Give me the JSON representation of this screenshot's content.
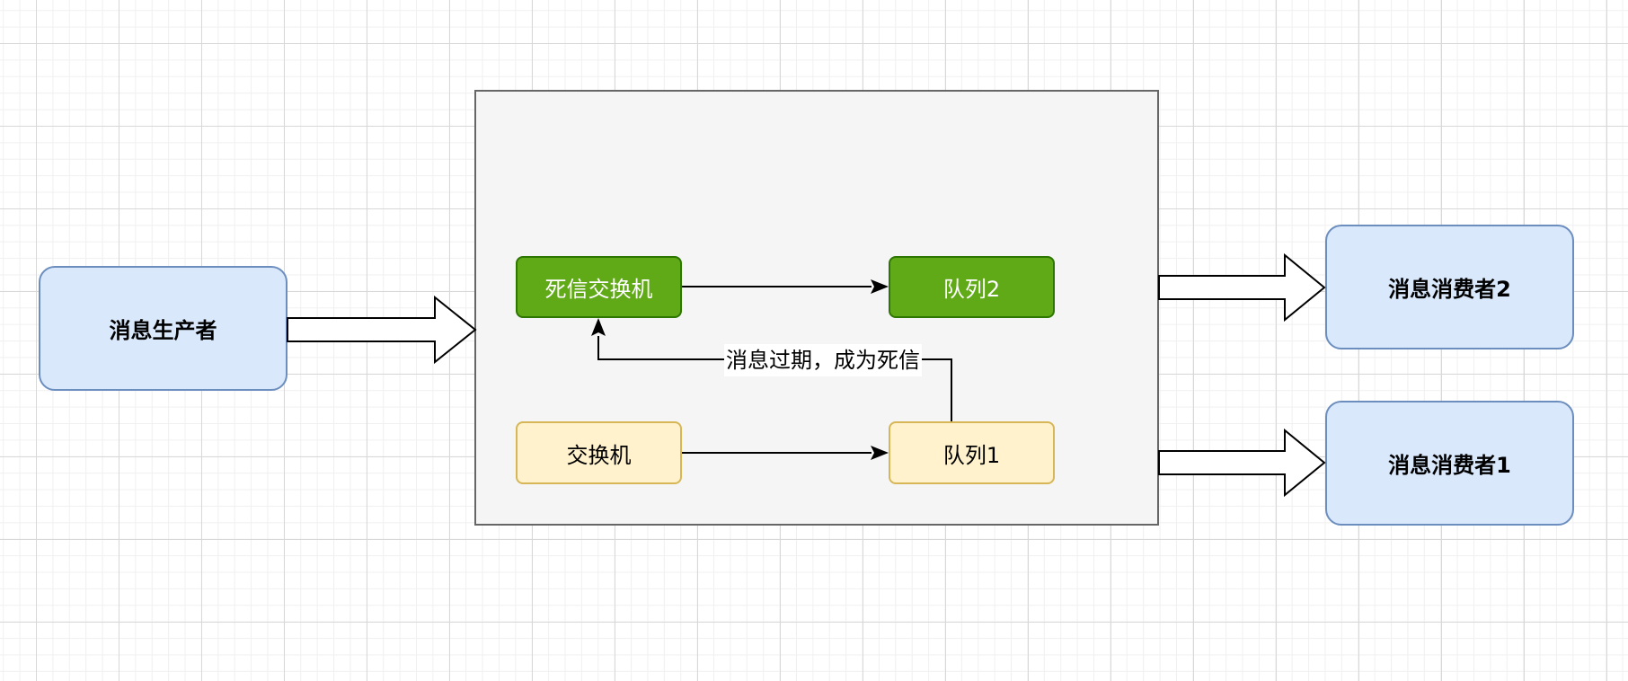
{
  "diagram": {
    "producer": {
      "label": "消息生产者"
    },
    "dead_letter_exchange": {
      "label": "死信交换机"
    },
    "queue_2": {
      "label": "队列2"
    },
    "exchange": {
      "label": "交换机"
    },
    "queue_1": {
      "label": "队列1"
    },
    "consumer_2": {
      "label": "消息消费者2"
    },
    "consumer_1": {
      "label": "消息消费者1"
    },
    "expiry_edge": {
      "label": "消息过期，成为死信"
    }
  },
  "colors": {
    "role_fill": "#dae8fc",
    "role_stroke": "#6c8ebf",
    "container_fill": "#f5f5f5",
    "container_stroke": "#666666",
    "green_fill": "#60a917",
    "green_stroke": "#2d7600",
    "yellow_fill": "#fff2cc",
    "yellow_stroke": "#d6b656"
  }
}
